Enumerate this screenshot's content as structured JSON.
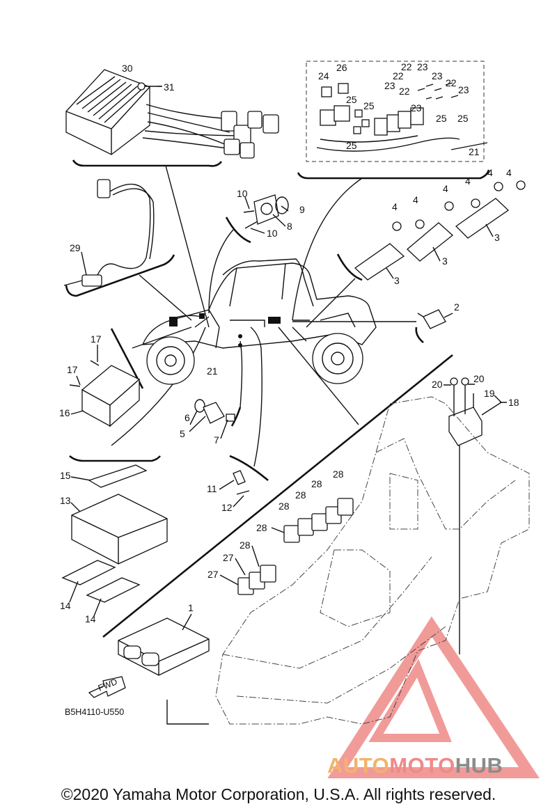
{
  "diagram": {
    "part_code": "B5H4110-U550",
    "fwd_label": "FWD",
    "callouts": {
      "c1": "1",
      "c2": "2",
      "c3a": "3",
      "c3b": "3",
      "c3c": "3",
      "c4a": "4",
      "c4b": "4",
      "c4c": "4",
      "c4d": "4",
      "c4e": "4",
      "c4f": "4",
      "c5": "5",
      "c6": "6",
      "c7": "7",
      "c8": "8",
      "c9": "9",
      "c10a": "10",
      "c10b": "10",
      "c11": "11",
      "c12": "12",
      "c13": "13",
      "c14a": "14",
      "c14b": "14",
      "c15": "15",
      "c16": "16",
      "c17a": "17",
      "c17b": "17",
      "c18": "18",
      "c19": "19",
      "c20a": "20",
      "c20b": "20",
      "c21a": "21",
      "c21b": "21",
      "c22a": "22",
      "c22b": "22",
      "c22c": "22",
      "c22d": "22",
      "c23a": "23",
      "c23b": "23",
      "c23c": "23",
      "c23d": "23",
      "c23e": "23",
      "c24": "24",
      "c25a": "25",
      "c25b": "25",
      "c25c": "25",
      "c25d": "25",
      "c25e": "25",
      "c26": "26",
      "c27a": "27",
      "c27b": "27",
      "c28a": "28",
      "c28b": "28",
      "c28c": "28",
      "c28d": "28",
      "c28e": "28",
      "c28f": "28",
      "c29": "29",
      "c30": "30",
      "c31": "31"
    }
  },
  "watermark": {
    "part1": "AUTO",
    "part2": "MOTO",
    "part3": "HUB",
    "colors": {
      "auto": "#f3b36b",
      "moto": "#ef8a88",
      "hub": "#8c8c8c",
      "triangle": "#ef8a88"
    }
  },
  "footer": {
    "copyright": "©2020 Yamaha Motor Corporation, U.S.A. All rights reserved."
  }
}
